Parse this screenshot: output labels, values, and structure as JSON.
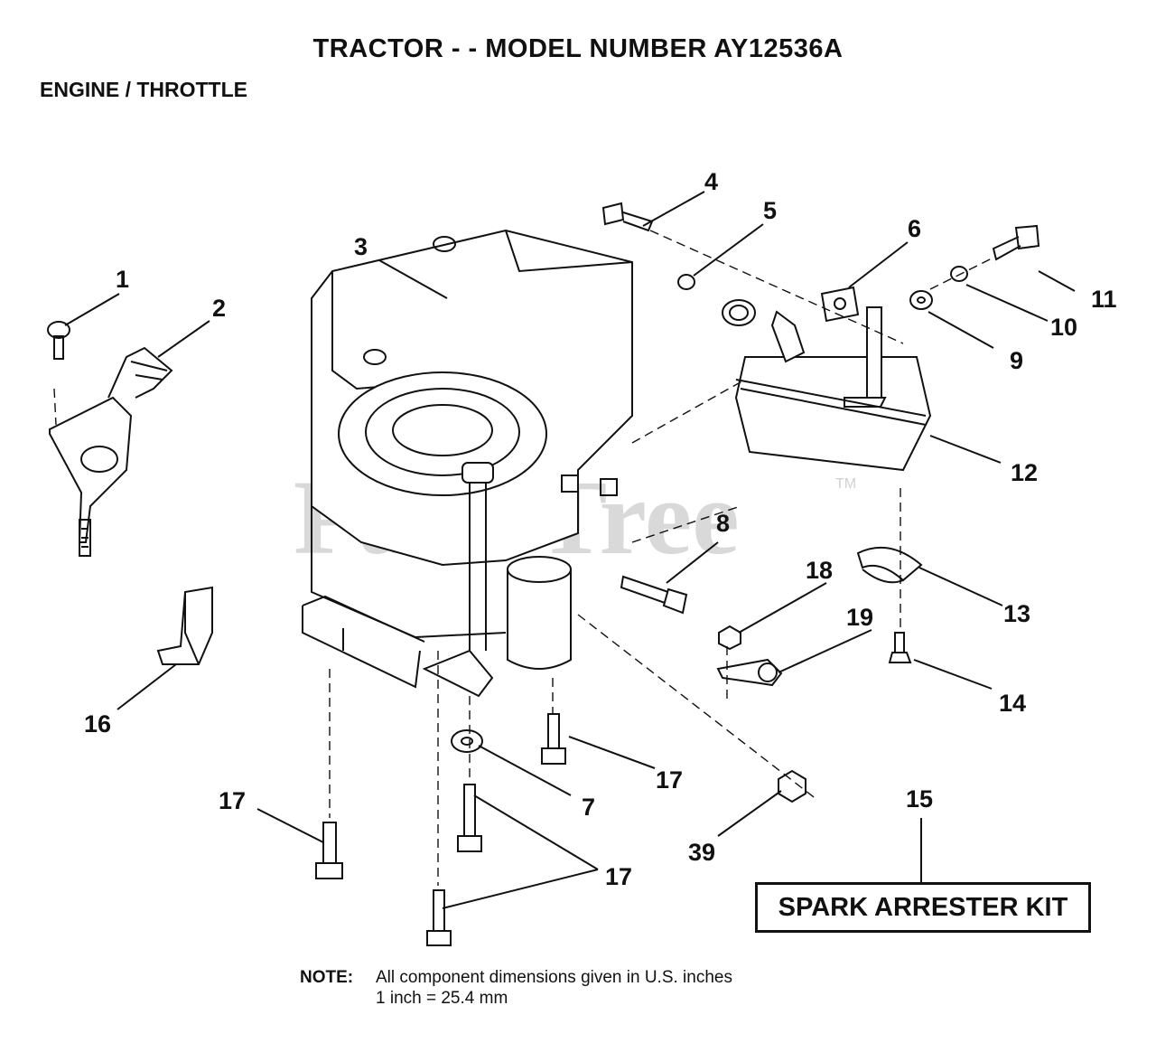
{
  "header": {
    "title": "TRACTOR - - MODEL NUMBER  AY12536A",
    "subtitle": "ENGINE / THROTTLE"
  },
  "watermark": {
    "text": "PartsTree",
    "mark": "TM"
  },
  "callouts": {
    "c1": "1",
    "c2": "2",
    "c3": "3",
    "c4": "4",
    "c5": "5",
    "c6": "6",
    "c7": "7",
    "c8": "8",
    "c9": "9",
    "c10": "10",
    "c11": "11",
    "c12": "12",
    "c13": "13",
    "c14": "14",
    "c15": "15",
    "c16": "16",
    "c17a": "17",
    "c17b": "17",
    "c17c": "17",
    "c18": "18",
    "c19": "19",
    "c39": "39"
  },
  "kit_label": "SPARK ARRESTER KIT",
  "note": {
    "label": "NOTE:",
    "line1": "All component dimensions given in U.S. inches",
    "line2": "1 inch = 25.4 mm"
  }
}
